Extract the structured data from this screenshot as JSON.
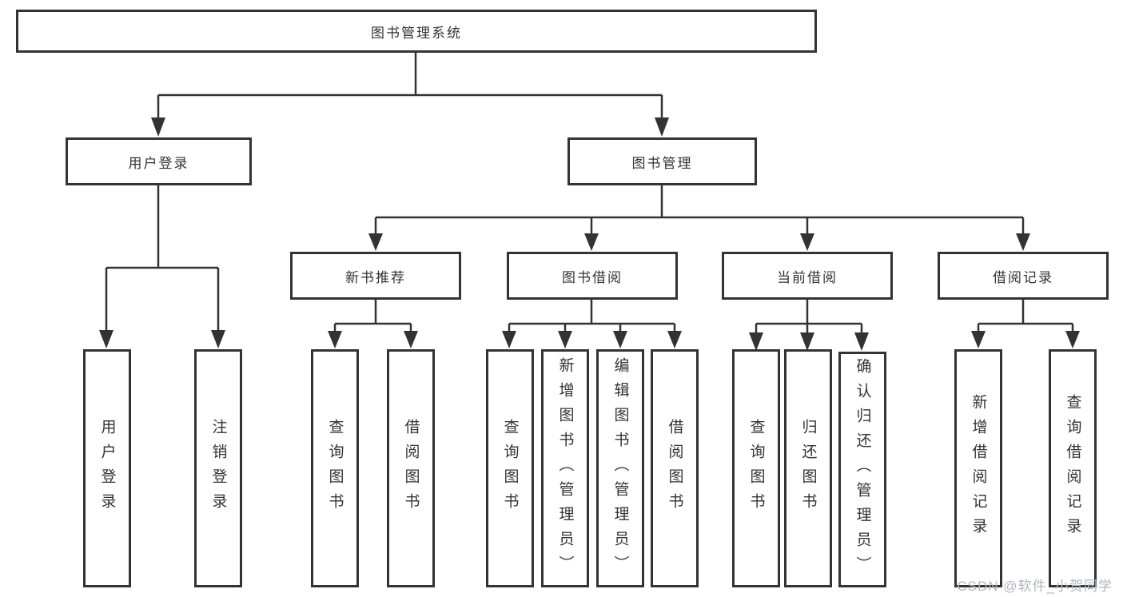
{
  "diagram": {
    "root": {
      "label": "图书管理系统"
    },
    "branches": [
      {
        "label": "用户登录",
        "children": [
          {
            "label": "用户登录"
          },
          {
            "label": "注销登录"
          }
        ]
      },
      {
        "label": "图书管理",
        "children": [
          {
            "label": "新书推荐",
            "children": [
              {
                "label": "查询图书"
              },
              {
                "label": "借阅图书"
              }
            ]
          },
          {
            "label": "图书借阅",
            "children": [
              {
                "label": "查询图书"
              },
              {
                "label": "新增图书（管理员）"
              },
              {
                "label": "编辑图书（管理员）"
              },
              {
                "label": "借阅图书"
              }
            ]
          },
          {
            "label": "当前借阅",
            "children": [
              {
                "label": "查询图书"
              },
              {
                "label": "归还图书"
              },
              {
                "label": "确认归还（管理员）"
              }
            ]
          },
          {
            "label": "借阅记录",
            "children": [
              {
                "label": "新增借阅记录"
              },
              {
                "label": "查询借阅记录"
              }
            ]
          }
        ]
      }
    ]
  },
  "watermark": {
    "text": "CSDN @软件_小贺同学"
  },
  "colors": {
    "line": "#333333",
    "text": "#333333",
    "box_background": "#ffffff",
    "watermark": "#b2b6bc"
  }
}
